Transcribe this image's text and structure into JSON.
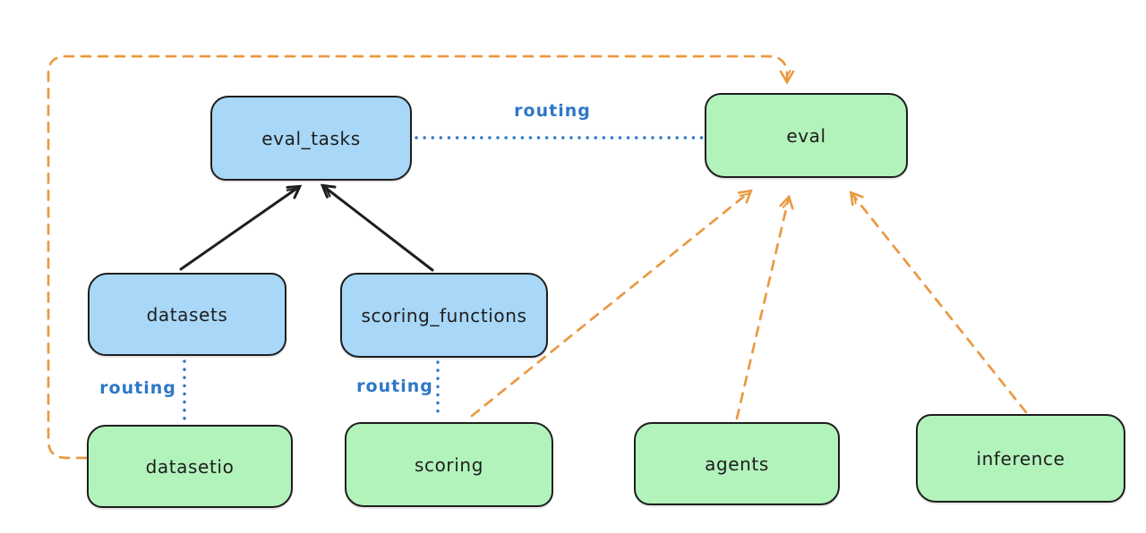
{
  "diagram": {
    "type": "architecture-routing-diagram",
    "background": "#ffffff",
    "colors": {
      "api_node_fill": "#a8d7f7",
      "provider_node_fill": "#b2f2bb",
      "node_border": "#1e1e1e",
      "routing_blue": "#2e77c8",
      "dashed_orange": "#ea9942",
      "solid_arrow_black": "#1e1e1e"
    },
    "nodes": [
      {
        "id": "eval_tasks",
        "label": "eval_tasks",
        "kind": "blue"
      },
      {
        "id": "eval",
        "label": "eval",
        "kind": "green"
      },
      {
        "id": "datasets",
        "label": "datasets",
        "kind": "blue"
      },
      {
        "id": "scoring_functions",
        "label": "scoring_functions",
        "kind": "blue"
      },
      {
        "id": "datasetio",
        "label": "datasetio",
        "kind": "green"
      },
      {
        "id": "scoring",
        "label": "scoring",
        "kind": "green"
      },
      {
        "id": "agents",
        "label": "agents",
        "kind": "green"
      },
      {
        "id": "inference",
        "label": "inference",
        "kind": "green"
      }
    ],
    "edge_labels": [
      {
        "id": "routing-eval_tasks-eval",
        "text": "routing"
      },
      {
        "id": "routing-datasets-datasetio",
        "text": "routing"
      },
      {
        "id": "routing-scoringfn-scoring",
        "text": "routing"
      }
    ],
    "edges": [
      {
        "from": "datasets",
        "to": "eval_tasks",
        "style": "solid-arrow",
        "color": "black"
      },
      {
        "from": "scoring_functions",
        "to": "eval_tasks",
        "style": "solid-arrow",
        "color": "black"
      },
      {
        "from": "eval_tasks",
        "to": "eval",
        "style": "dotted-line",
        "color": "blue",
        "label": "routing"
      },
      {
        "from": "datasets",
        "to": "datasetio",
        "style": "dotted-line",
        "color": "blue",
        "label": "routing"
      },
      {
        "from": "scoring_functions",
        "to": "scoring",
        "style": "dotted-line",
        "color": "blue",
        "label": "routing"
      },
      {
        "from": "datasetio",
        "to": "eval",
        "style": "dashed-arrow",
        "color": "orange"
      },
      {
        "from": "scoring",
        "to": "eval",
        "style": "dashed-arrow",
        "color": "orange"
      },
      {
        "from": "agents",
        "to": "eval",
        "style": "dashed-arrow",
        "color": "orange"
      },
      {
        "from": "inference",
        "to": "eval",
        "style": "dashed-arrow",
        "color": "orange"
      }
    ]
  }
}
